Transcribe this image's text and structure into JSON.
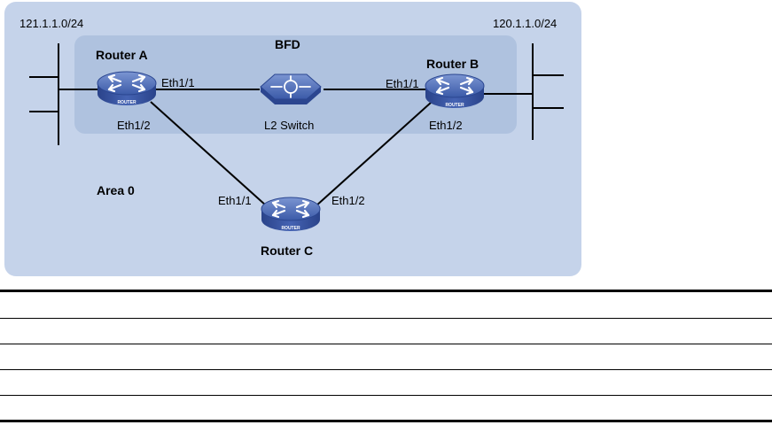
{
  "networks": {
    "left": "121.1.1.0/24",
    "right": "120.1.1.0/24"
  },
  "bfd_label": "BFD",
  "area_label": "Area 0",
  "router_badge": "ROUTER",
  "devices": {
    "router_a": {
      "name": "Router A",
      "icon": "router-icon"
    },
    "router_b": {
      "name": "Router B",
      "icon": "router-icon"
    },
    "router_c": {
      "name": "Router C",
      "icon": "router-icon"
    },
    "switch": {
      "name": "L2 Switch",
      "icon": "switch-icon"
    }
  },
  "interfaces": {
    "a_eth1_1": "Eth1/1",
    "a_eth1_2": "Eth1/2",
    "b_eth1_1": "Eth1/1",
    "b_eth1_2": "Eth1/2",
    "c_eth1_1": "Eth1/1",
    "c_eth1_2": "Eth1/2"
  },
  "colors": {
    "area_fill": "#c5d3ea",
    "bfd_fill": "#afc2df",
    "device_fill": "#3f5ca8"
  }
}
